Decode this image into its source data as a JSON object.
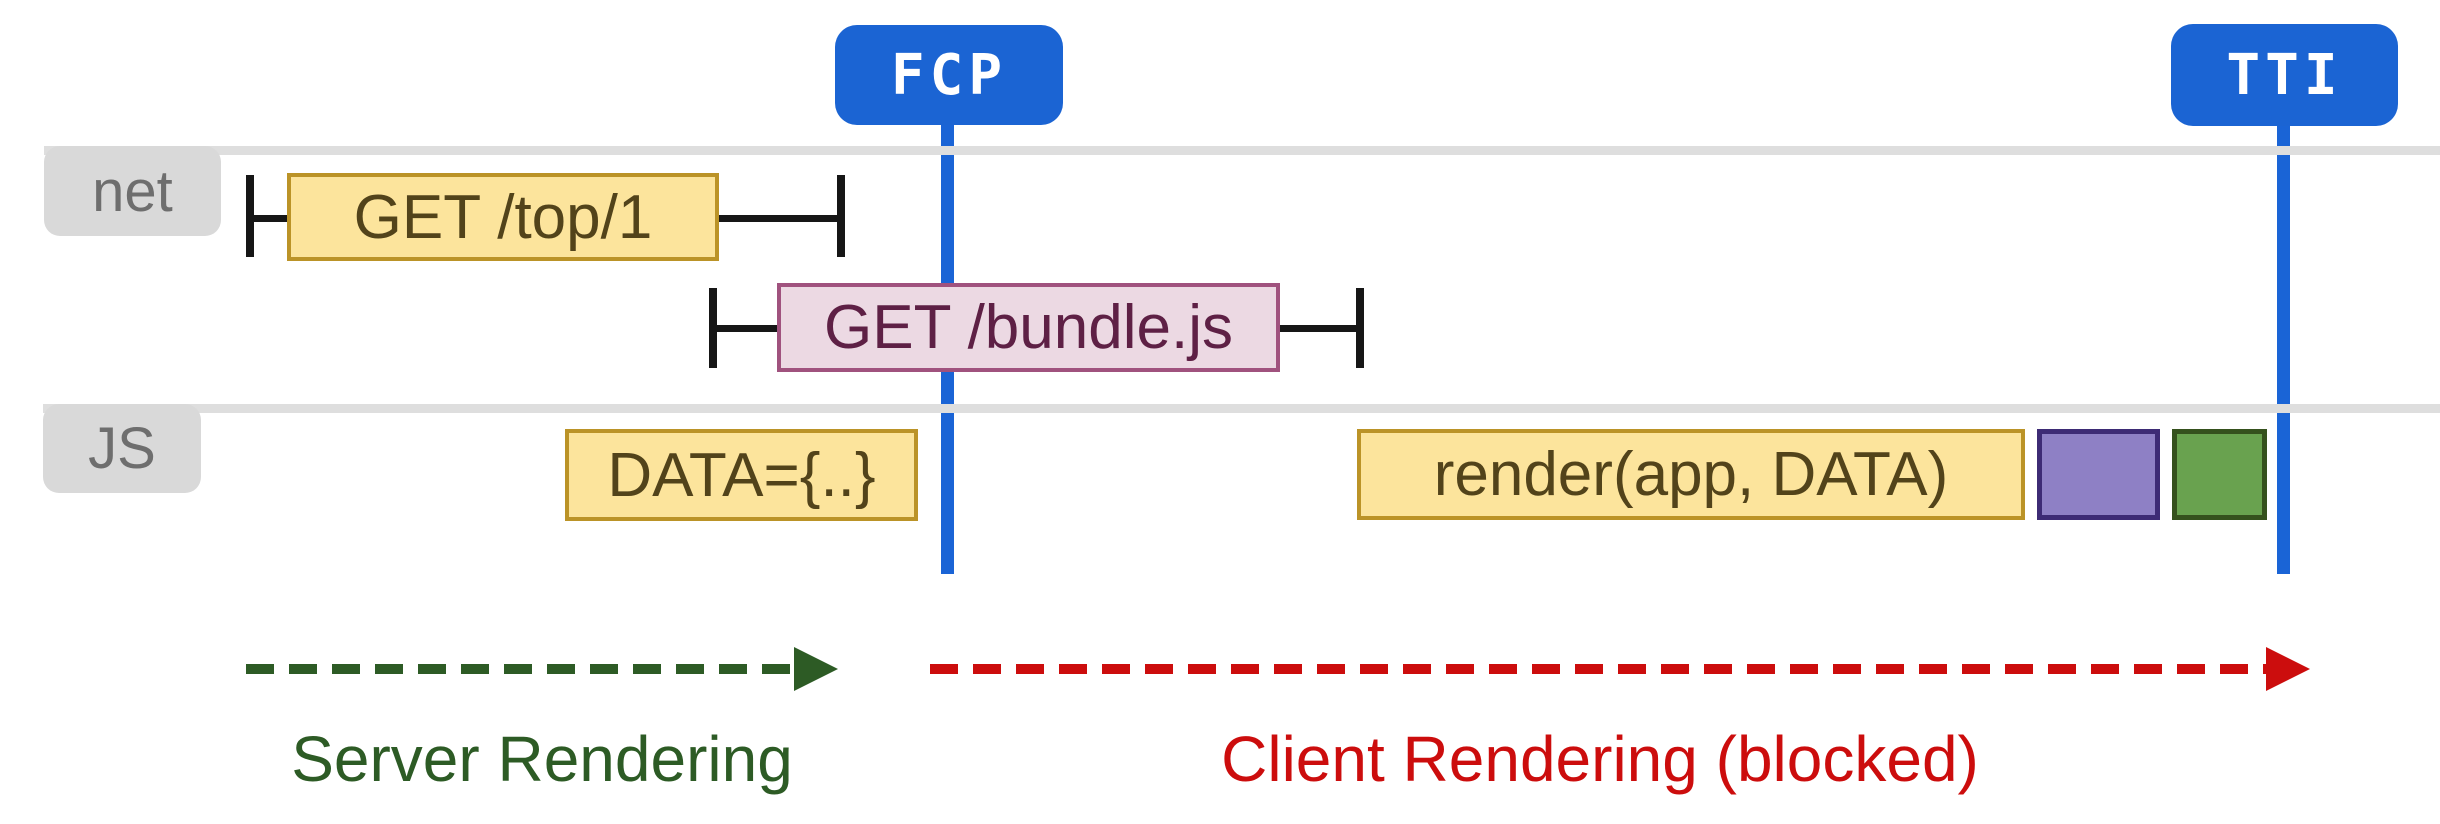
{
  "colors": {
    "marker_blue": "#1b64d3",
    "marker_line_blue": "#1a64d6",
    "lane_line_gray": "#dedede",
    "lane_label_bg_gray": "#d9d9d9",
    "lane_label_text_gray": "#6e6e6e",
    "task_yellow_fill": "#fce49c",
    "task_yellow_border": "#bb9327",
    "task_yellow_text": "#52431a",
    "request_pink_fill": "#ecd9e3",
    "request_pink_border": "#a0527e",
    "request_pink_text": "#5e2045",
    "task_purple_fill": "#8e80c5",
    "task_purple_border": "#3d2b75",
    "task_green_fill": "#69a24f",
    "task_green_border": "#35511d",
    "whisker_black": "#161616",
    "server_phase_green": "#2d5b25",
    "client_phase_red": "#cc0d0d"
  },
  "markers": {
    "fcp": {
      "label": "FCP"
    },
    "tti": {
      "label": "TTI"
    }
  },
  "lanes": {
    "net": {
      "label": "net"
    },
    "js": {
      "label": "JS"
    }
  },
  "net_lane": {
    "top_request": {
      "label": "GET /top/1"
    },
    "bundle_request": {
      "label": "GET /bundle.js"
    }
  },
  "js_lane": {
    "data_task": {
      "label": "DATA={..}"
    },
    "render_task": {
      "label": "render(app, DATA)"
    }
  },
  "phases": {
    "server": {
      "label": "Server Rendering"
    },
    "client": {
      "label": "Client Rendering (blocked)"
    }
  }
}
